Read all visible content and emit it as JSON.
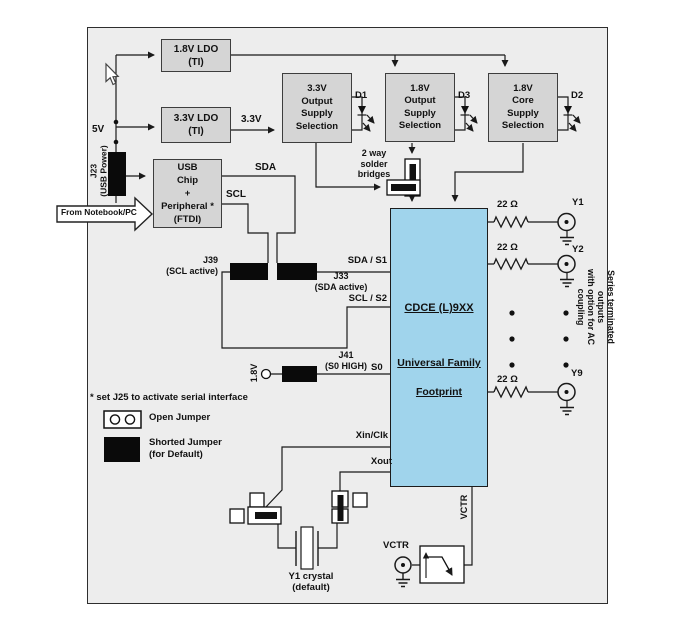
{
  "diagram": {
    "power": {
      "ldo_18": "1.8V LDO\n(TI)",
      "ldo_33": "3.3V LDO\n(TI)",
      "sel_33": "3.3V\nOutput\nSupply\nSelection",
      "sel_18_out": "1.8V\nOutput\nSupply\nSelection",
      "sel_18_core": "1.8V\nCore\nSupply\nSelection",
      "led_d1": "D1",
      "led_d2": "D2",
      "led_d3": "D3",
      "rail_5v": "5V",
      "rail_33v": "3.3V",
      "solder_bridges": "2 way\nsolder\nbridges"
    },
    "usb": {
      "chip": "USB\nChip\n+\nPeripheral *\n(FTDI)",
      "j23": "J23\n(USB Power)",
      "from_pc": "From Notebook/PC",
      "sda": "SDA",
      "scl": "SCL"
    },
    "serial": {
      "j39": "J39\n(SCL active)",
      "j33": "J33\n(SDA active)",
      "sda_s1": "SDA / S1",
      "scl_s2": "SCL / S2",
      "j41": "J41\n(S0 HIGH)",
      "s0": "S0",
      "v18": "1.8V"
    },
    "chip": {
      "line1": "CDCE (L)9XX",
      "line2": "Universal Family",
      "line3": "Footprint",
      "vctr_pin": "VCTR"
    },
    "outputs": {
      "r22": "22 Ω",
      "y1": "Y1",
      "y2": "Y2",
      "y9": "Y9",
      "series_note": "Series terminated outputs\nwith option for AC coupling"
    },
    "clock": {
      "xin": "Xin/Clk",
      "xout": "Xout",
      "crystal": "Y1 crystal\n(default)",
      "vctr": "VCTR"
    },
    "legend": {
      "note": "* set J25 to activate serial interface",
      "open_jumper": "Open Jumper",
      "shorted_jumper": "Shorted Jumper\n(for Default)"
    },
    "colors": {
      "board_bg": "#ededed",
      "block_fill": "#d5d5d5",
      "chip_fill": "#a0d4ec",
      "line": "#1a1a1a"
    }
  }
}
